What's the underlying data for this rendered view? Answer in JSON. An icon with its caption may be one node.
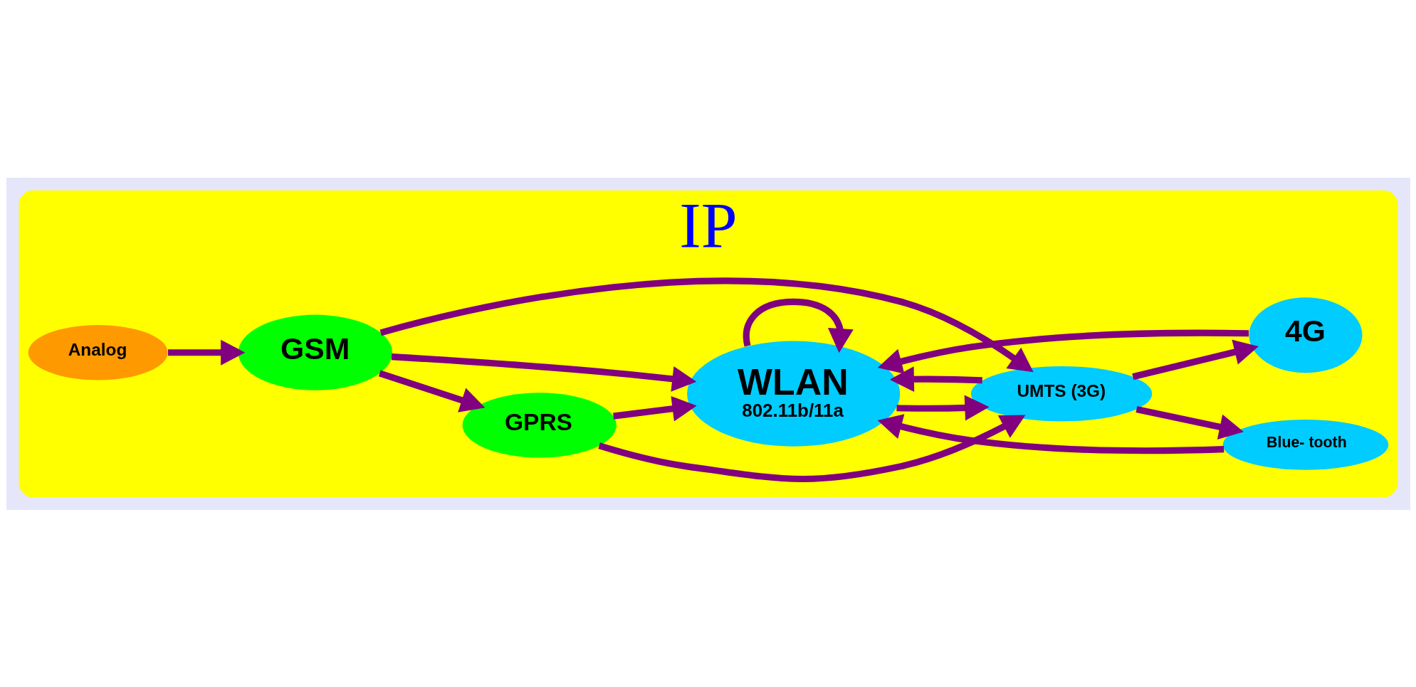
{
  "diagram": {
    "nodes": [
      {
        "text": [
          "IP"
        ]
      },
      {
        "text": [
          "Analog"
        ],
        "in": 0
      },
      {
        "text": [
          "GSM"
        ],
        "in": 0
      },
      {
        "text": [
          "GPRS"
        ],
        "in": 0
      },
      {
        "text": [
          "Blue- tooth"
        ],
        "in": 0
      },
      {
        "text": [
          "WLAN",
          "802.11b/11a"
        ],
        "in": 0
      },
      {
        "text": [
          "UMTS (3G)"
        ],
        "in": 0
      },
      {
        "text": [
          "4G"
        ],
        "in": 0
      }
    ],
    "edges": [
      {
        "from": 1,
        "to": 2,
        "arrow": "to"
      },
      {
        "from": 2,
        "to": 5,
        "arrow": "to"
      },
      {
        "from": 2,
        "to": 3,
        "arrow": "to"
      },
      {
        "from": 2,
        "to": 6,
        "arrow": "to"
      },
      {
        "from": 3,
        "to": 5,
        "arrow": "to"
      },
      {
        "from": 3,
        "to": 6,
        "arrow": "to"
      },
      {
        "from": 4,
        "to": 5,
        "arrow": "to"
      },
      {
        "from": 5,
        "to": 5,
        "arrow": "to"
      },
      {
        "from": 7,
        "to": 5,
        "arrow": "to"
      },
      {
        "from": 6,
        "to": 4,
        "arrow": "to"
      },
      {
        "from": 5,
        "to": 6,
        "arrow": "to"
      },
      {
        "from": 6,
        "to": 5,
        "arrow": "to"
      },
      {
        "from": 6,
        "to": 7,
        "arrow": "to"
      }
    ]
  }
}
